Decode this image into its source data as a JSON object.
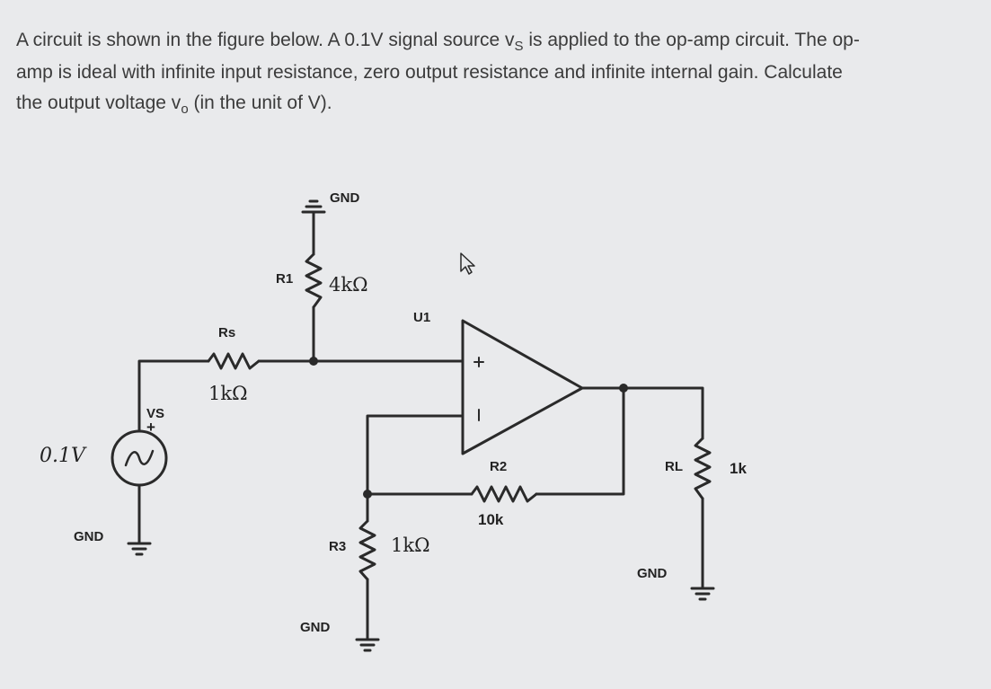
{
  "question": {
    "line1_a": "A circuit is shown in the figure below. A 0.1V signal source v",
    "line1_sub": "S",
    "line1_b": " is applied to the op-amp circuit. The op-",
    "line2": "amp is ideal with infinite input resistance, zero output resistance and infinite internal gain. Calculate",
    "line3_a": "the output voltage v",
    "line3_sub": "o",
    "line3_b": " (in the unit of V)."
  },
  "circuit": {
    "source": {
      "name": "VS",
      "value": "0.1V",
      "plus": "+",
      "gnd": "GND"
    },
    "rs": {
      "name": "Rs",
      "value": "1kΩ"
    },
    "r1": {
      "name": "R1",
      "value": "4kΩ",
      "gnd": "GND"
    },
    "opamp": {
      "name": "U1",
      "plus": "+",
      "minus": "−"
    },
    "r2": {
      "name": "R2",
      "value": "10k"
    },
    "r3": {
      "name": "R3",
      "value": "1kΩ",
      "gnd": "GND"
    },
    "rl": {
      "name": "RL",
      "value": "1k",
      "gnd": "GND"
    }
  }
}
